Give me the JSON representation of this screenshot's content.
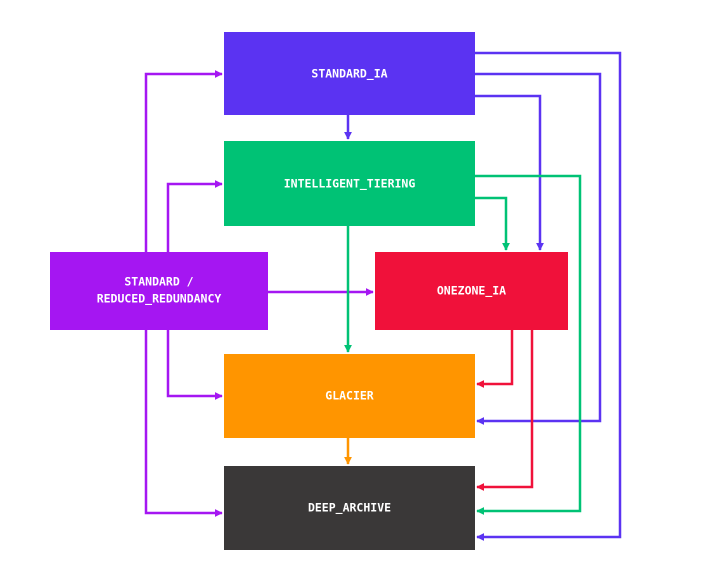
{
  "nodes": {
    "standard_ia": {
      "label": "STANDARD_IA",
      "color": "#5b33f2"
    },
    "intelligent_tiering": {
      "label": "INTELLIGENT_TIERING",
      "color": "#00c275"
    },
    "standard": {
      "label_line1": "STANDARD /",
      "label_line2": "REDUCED_REDUNDANCY",
      "color": "#a516f2"
    },
    "onezone_ia": {
      "label": "ONEZONE_IA",
      "color": "#f0113a"
    },
    "glacier": {
      "label": "GLACIER",
      "color": "#ff9500"
    },
    "deep_archive": {
      "label": "DEEP_ARCHIVE",
      "color": "#3a3838"
    }
  },
  "edges": [
    {
      "from": "standard",
      "to": "standard_ia",
      "color": "#a516f2"
    },
    {
      "from": "standard",
      "to": "intelligent_tiering",
      "color": "#a516f2"
    },
    {
      "from": "standard",
      "to": "onezone_ia",
      "color": "#a516f2"
    },
    {
      "from": "standard",
      "to": "glacier",
      "color": "#a516f2"
    },
    {
      "from": "standard",
      "to": "deep_archive",
      "color": "#a516f2"
    },
    {
      "from": "standard_ia",
      "to": "intelligent_tiering",
      "color": "#5b33f2"
    },
    {
      "from": "standard_ia",
      "to": "onezone_ia",
      "color": "#5b33f2"
    },
    {
      "from": "standard_ia",
      "to": "glacier",
      "color": "#5b33f2"
    },
    {
      "from": "standard_ia",
      "to": "deep_archive",
      "color": "#5b33f2"
    },
    {
      "from": "intelligent_tiering",
      "to": "onezone_ia",
      "color": "#00c275"
    },
    {
      "from": "intelligent_tiering",
      "to": "glacier",
      "color": "#00c275"
    },
    {
      "from": "intelligent_tiering",
      "to": "deep_archive",
      "color": "#00c275"
    },
    {
      "from": "onezone_ia",
      "to": "glacier",
      "color": "#f0113a"
    },
    {
      "from": "onezone_ia",
      "to": "deep_archive",
      "color": "#f0113a"
    },
    {
      "from": "glacier",
      "to": "deep_archive",
      "color": "#ff9500"
    }
  ]
}
